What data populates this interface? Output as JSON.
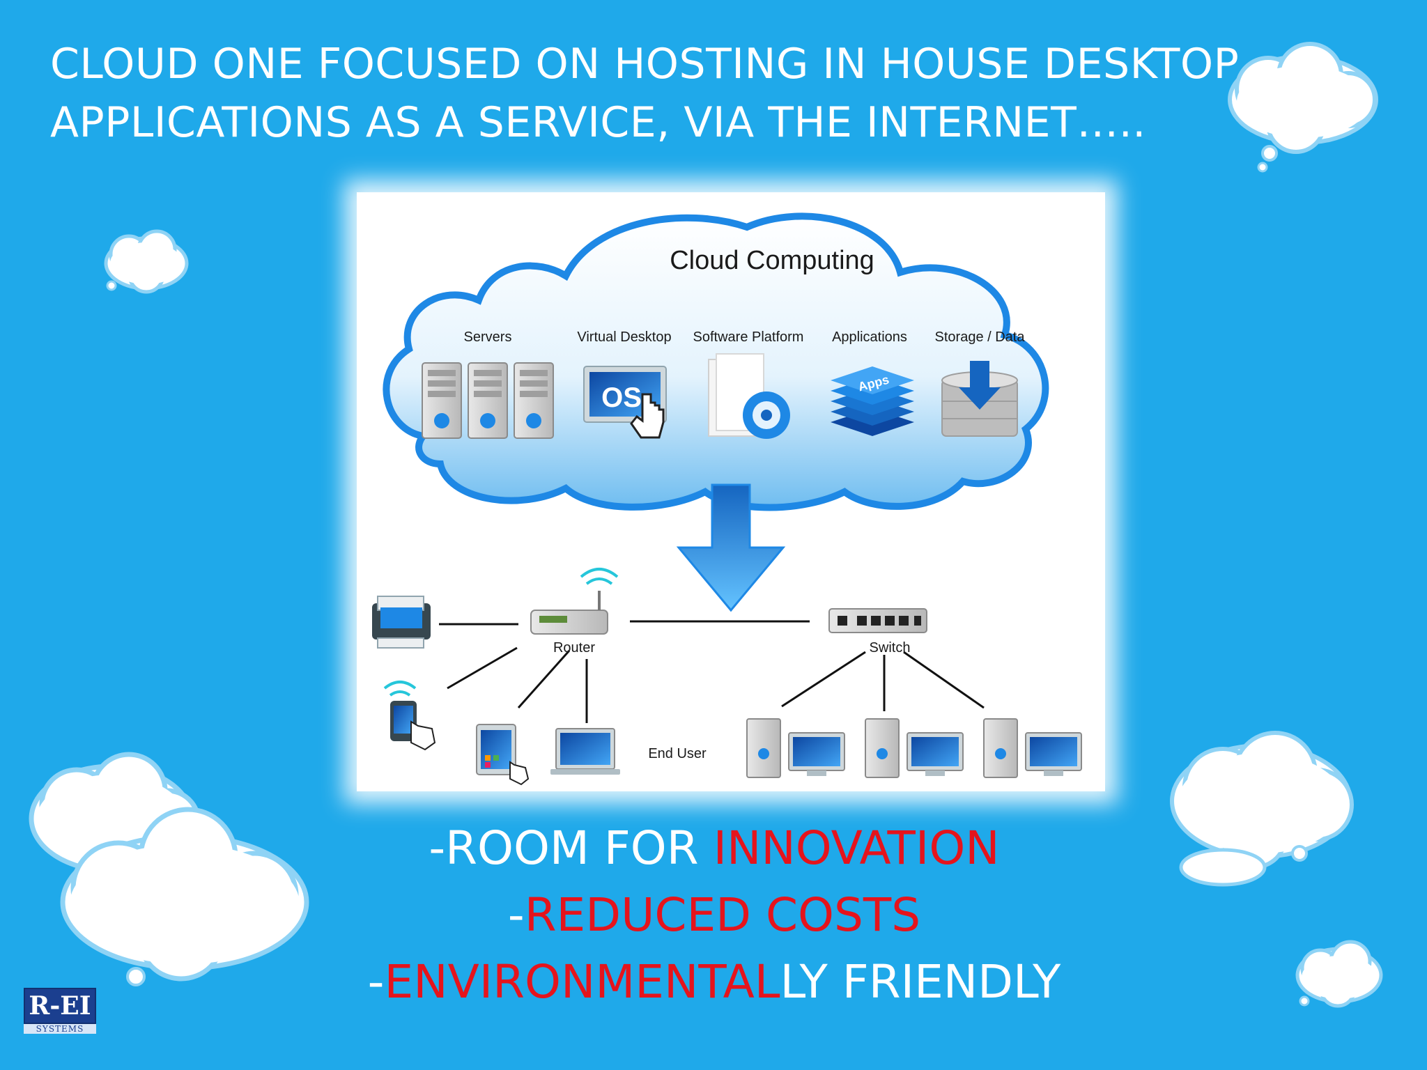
{
  "title": {
    "line1": "CLOUD ONE FOCUSED ON HOSTING IN HOUSE DESKTOP",
    "line2": "APPLICATIONS AS A SERVICE, VIA THE INTERNET….."
  },
  "diagram": {
    "heading": "Cloud Computing",
    "services": [
      "Servers",
      "Virtual Desktop",
      "Software Platform",
      "Applications",
      "Storage / Data"
    ],
    "os_label": "OS",
    "apps_label": "Apps",
    "router_label": "Router",
    "switch_label": "Switch",
    "end_user_label": "End User"
  },
  "bullets": {
    "b1_prefix": "-ROOM FOR ",
    "b1_highlight": "INNOVATION",
    "b2_prefix": "-",
    "b2_highlight": "REDUCED COSTS",
    "b3_prefix": "-",
    "b3_highlight": "ENVIRONMENTAL",
    "b3_suffix": "LY FRIENDLY"
  },
  "logo": {
    "mark": "R-EI",
    "sub": "SYSTEMS"
  },
  "colors": {
    "background": "#1fa9ea",
    "highlight": "#e5141c",
    "cloud_blue": "#1e88e5"
  }
}
